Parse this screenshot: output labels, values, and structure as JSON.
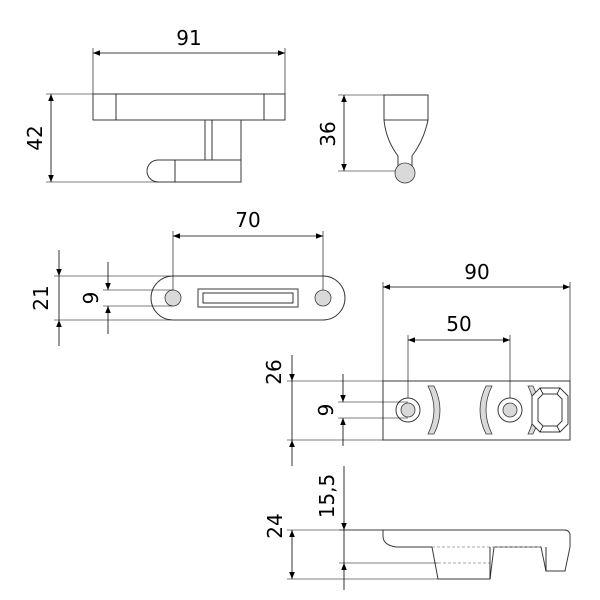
{
  "dimensions": {
    "handle_width": "91",
    "handle_height": "42",
    "side_height": "36",
    "plate_hole_spacing": "70",
    "plate_height": "21",
    "plate_hole": "9",
    "block_length": "90",
    "block_hole_spacing": "50",
    "block_height": "26",
    "block_hole": "9",
    "bottom_height": "24",
    "bottom_inner": "15,5"
  },
  "colors": {
    "outline": "#3a3a3a",
    "shading": "#d9d9d9",
    "background": "#ffffff"
  }
}
